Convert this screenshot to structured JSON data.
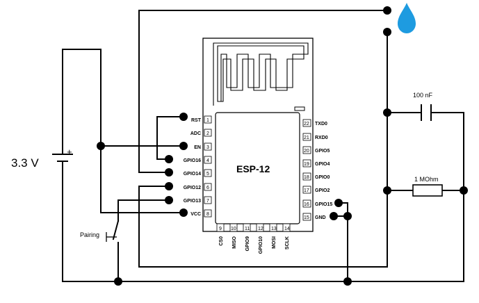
{
  "chip": {
    "name": "ESP-12",
    "left_pins": [
      {
        "num": "1",
        "label": "RST"
      },
      {
        "num": "2",
        "label": "ADC"
      },
      {
        "num": "3",
        "label": "EN"
      },
      {
        "num": "4",
        "label": "GPIO16"
      },
      {
        "num": "5",
        "label": "GPIO14"
      },
      {
        "num": "6",
        "label": "GPIO12"
      },
      {
        "num": "7",
        "label": "GPIO13"
      },
      {
        "num": "8",
        "label": "VCC"
      }
    ],
    "right_pins": [
      {
        "num": "22",
        "label": "TXD0"
      },
      {
        "num": "21",
        "label": "RXD0"
      },
      {
        "num": "20",
        "label": "GPIO5"
      },
      {
        "num": "19",
        "label": "GPIO4"
      },
      {
        "num": "18",
        "label": "GPIO0"
      },
      {
        "num": "17",
        "label": "GPIO2"
      },
      {
        "num": "16",
        "label": "GPIO15"
      },
      {
        "num": "15",
        "label": "GND"
      }
    ],
    "bottom_pins": [
      {
        "num": "9",
        "label": "CS0"
      },
      {
        "num": "10",
        "label": "MISO"
      },
      {
        "num": "11",
        "label": "GPIO9"
      },
      {
        "num": "12",
        "label": "GPIO10"
      },
      {
        "num": "13",
        "label": "MOSI"
      },
      {
        "num": "14",
        "label": "SCLK"
      }
    ]
  },
  "components": {
    "battery_label": "3.3 V",
    "battery_plus": "+",
    "capacitor_label": "100 nF",
    "resistor_label": "1 MOhm",
    "switch_label": "Pairing"
  },
  "icons": {
    "sensor": "water-drop-icon"
  },
  "colors": {
    "wire": "#000000",
    "water_drop": "#1e9be0"
  }
}
